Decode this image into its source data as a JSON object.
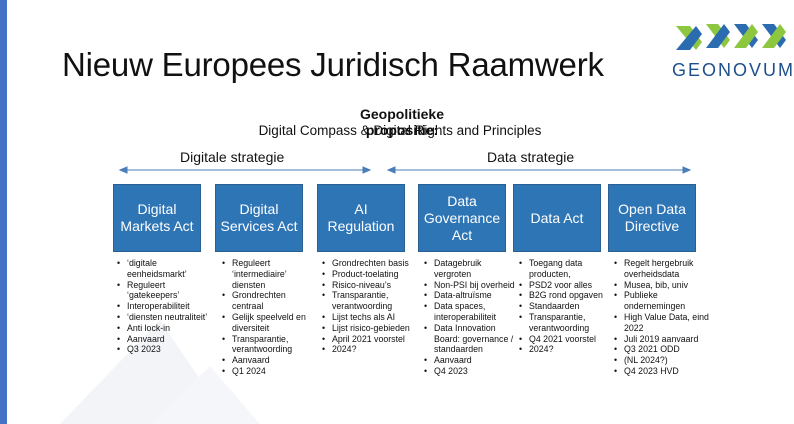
{
  "slide": {
    "title": "Nieuw Europees Juridisch Raamwerk",
    "logo_text": "GEONOVUM",
    "proposition_title": "Geopolitieke propositie:",
    "proposition_subtitle": "Digital Compass & Digital Rights and Principles",
    "strategies": [
      {
        "label": "Digitale strategie"
      },
      {
        "label": "Data strategie"
      }
    ],
    "acts": [
      {
        "title": "Digital Markets Act",
        "bullets": [
          "‘digitale eenheidsmarkt’",
          "Reguleert ‘gatekeepers’",
          "Interoperabiliteit",
          "‘diensten neutraliteit’",
          "Anti lock-in",
          "Aanvaard",
          "Q3 2023"
        ]
      },
      {
        "title": "Digital Services Act",
        "bullets": [
          "Reguleert ‘intermediaire’ diensten",
          "Grondrechten centraal",
          "Gelijk speelveld en diversiteit",
          "Transparantie, verantwoording",
          "Aanvaard",
          "Q1 2024"
        ]
      },
      {
        "title": "AI Regulation",
        "bullets": [
          "Grondrechten basis",
          "Product-toelating",
          "Risico-niveau’s",
          "Transparantie, verantwoording",
          "Lijst techs als AI",
          "Lijst risico-gebieden",
          "April 2021 voorstel",
          "2024?"
        ]
      },
      {
        "title": "Data Governance Act",
        "bullets": [
          "Datagebruik vergroten",
          "Non-PSI bij overheid",
          "Data-altruïsme",
          "Data spaces, interoperabiliteit",
          "Data Innovation Board: governance / standaarden",
          "Aanvaard",
          "Q4 2023"
        ]
      },
      {
        "title": "Data Act",
        "bullets": [
          "Toegang data producten,",
          "PSD2 voor alles",
          "B2G rond opgaven",
          "Standaarden",
          "Transparantie, verantwoording",
          "Q4 2021 voorstel",
          "2024?"
        ]
      },
      {
        "title": "Open Data Directive",
        "bullets": [
          "Regelt hergebruik overheidsdata",
          "Musea, bib, univ",
          "Publieke ondernemingen",
          "High Value Data, eind 2022",
          "Juli 2019 aanvaard",
          "Q3 2021 ODD",
          "(NL 2024?)",
          "Q4 2023 HVD"
        ]
      }
    ],
    "colors": {
      "box_fill": "#2e75b6",
      "accent_bar": "#4472c4",
      "logo_green": "#8dc63f",
      "logo_blue": "#2b6cb0",
      "logo_text": "#1e4f8c"
    }
  }
}
